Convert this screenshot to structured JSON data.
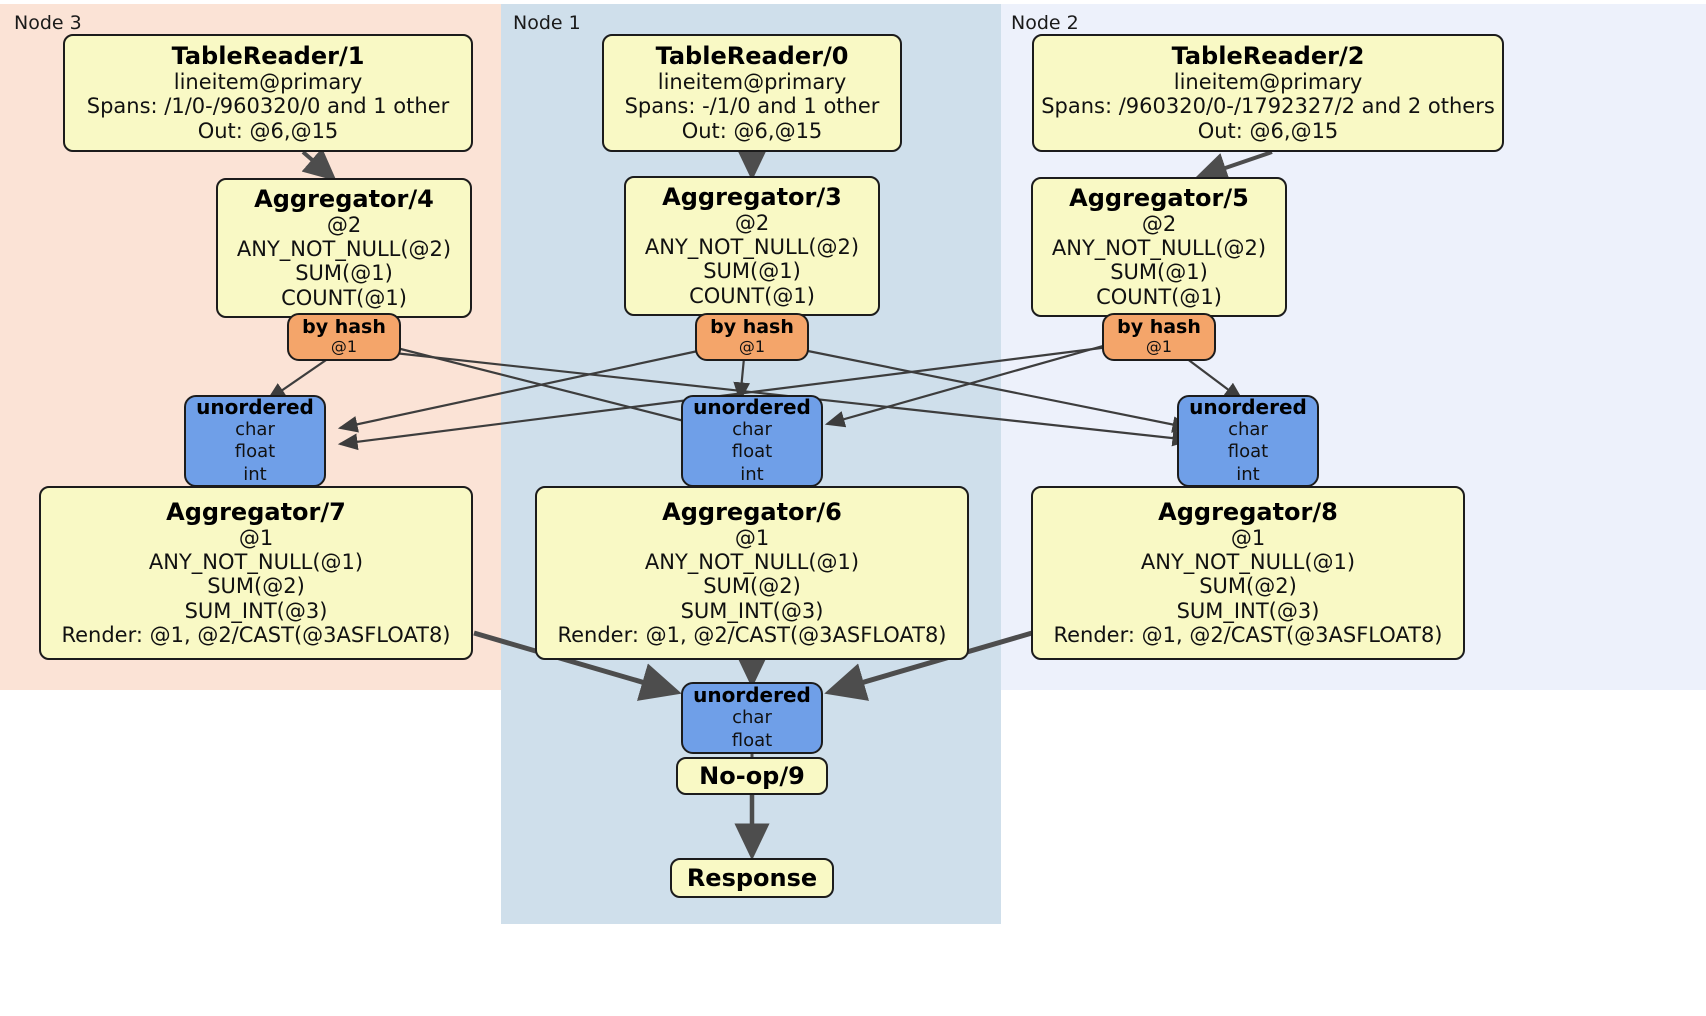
{
  "diagram": {
    "type": "distributed-query-plan",
    "colors": {
      "node3_panel": "#fbe3d6",
      "node1_panel": "#cfdfeb",
      "node2_panel": "#edf1fb",
      "processor_fill": "#f9f9c5",
      "router_fill": "#f4a56a",
      "receiver_fill": "#6f9fe8",
      "stroke": "#1c1c1c",
      "edge": "#4d4d4d"
    }
  },
  "panels": [
    {
      "label": "Node 3",
      "fill": "#fbe3d6"
    },
    {
      "label": "Node 1",
      "fill": "#cfdfeb"
    },
    {
      "label": "Node 2",
      "fill": "#edf1fb"
    }
  ],
  "nodes": {
    "tablereader1": {
      "title": "TableReader/1",
      "lines": [
        "lineitem@primary",
        "Spans: /1/0-/960320/0 and 1 other",
        "Out: @6,@15"
      ]
    },
    "tablereader0": {
      "title": "TableReader/0",
      "lines": [
        "lineitem@primary",
        "Spans: -/1/0 and 1 other",
        "Out: @6,@15"
      ]
    },
    "tablereader2": {
      "title": "TableReader/2",
      "lines": [
        "lineitem@primary",
        "Spans: /960320/0-/1792327/2 and 2 others",
        "Out: @6,@15"
      ]
    },
    "aggregator4": {
      "title": "Aggregator/4",
      "lines": [
        "@2",
        "ANY_NOT_NULL(@2)",
        "SUM(@1)",
        "COUNT(@1)"
      ]
    },
    "aggregator3": {
      "title": "Aggregator/3",
      "lines": [
        "@2",
        "ANY_NOT_NULL(@2)",
        "SUM(@1)",
        "COUNT(@1)"
      ]
    },
    "aggregator5": {
      "title": "Aggregator/5",
      "lines": [
        "@2",
        "ANY_NOT_NULL(@2)",
        "SUM(@1)",
        "COUNT(@1)"
      ]
    },
    "byhash_left": {
      "title": "by hash",
      "lines": [
        "@1"
      ]
    },
    "byhash_mid": {
      "title": "by hash",
      "lines": [
        "@1"
      ]
    },
    "byhash_right": {
      "title": "by hash",
      "lines": [
        "@1"
      ]
    },
    "unordered_left": {
      "title": "unordered",
      "lines": [
        "char",
        "float",
        "int"
      ]
    },
    "unordered_mid": {
      "title": "unordered",
      "lines": [
        "char",
        "float",
        "int"
      ]
    },
    "unordered_right": {
      "title": "unordered",
      "lines": [
        "char",
        "float",
        "int"
      ]
    },
    "aggregator7": {
      "title": "Aggregator/7",
      "lines": [
        "@1",
        "ANY_NOT_NULL(@1)",
        "SUM(@2)",
        "SUM_INT(@3)",
        "Render: @1, @2/CAST(@3ASFLOAT8)"
      ]
    },
    "aggregator6": {
      "title": "Aggregator/6",
      "lines": [
        "@1",
        "ANY_NOT_NULL(@1)",
        "SUM(@2)",
        "SUM_INT(@3)",
        "Render: @1, @2/CAST(@3ASFLOAT8)"
      ]
    },
    "aggregator8": {
      "title": "Aggregator/8",
      "lines": [
        "@1",
        "ANY_NOT_NULL(@1)",
        "SUM(@2)",
        "SUM_INT(@3)",
        "Render: @1, @2/CAST(@3ASFLOAT8)"
      ]
    },
    "unordered_final": {
      "title": "unordered",
      "lines": [
        "char",
        "float"
      ]
    },
    "noop9": {
      "title": "No-op/9",
      "lines": []
    },
    "response": {
      "title": "Response",
      "lines": []
    }
  }
}
